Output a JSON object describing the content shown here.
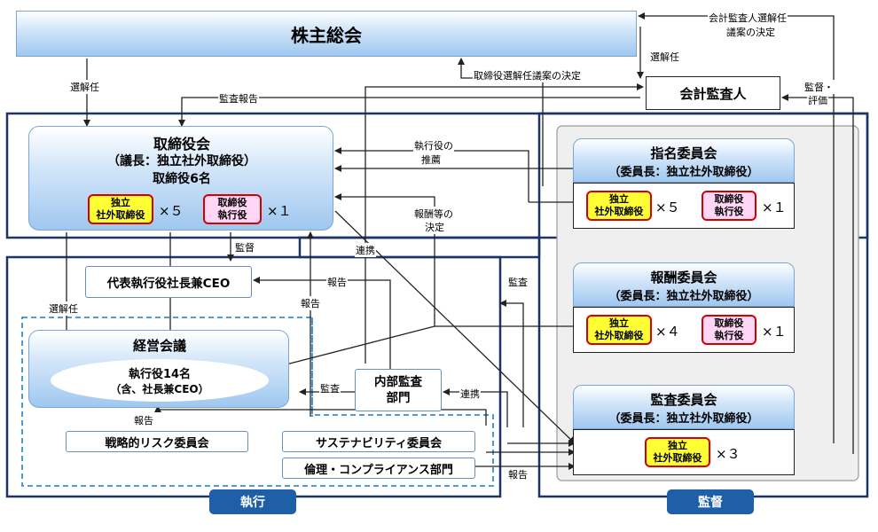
{
  "shareholders": "株主総会",
  "auditor_firm": "会計監査人",
  "board": {
    "title": "取締役会",
    "chair": "（議長：独立社外取締役）",
    "members": "取締役6名",
    "badge_independent": [
      "独立",
      "社外取締役"
    ],
    "count_independent": "×５",
    "badge_executive": [
      "取締役",
      "執行役"
    ],
    "count_executive": "×１"
  },
  "ceo": "代表執行役社長兼CEO",
  "exec_council": {
    "title": "経営会議",
    "members": "執行役14名",
    "note": "（含、社長兼CEO）"
  },
  "internal_audit": [
    "内部監査",
    "部門"
  ],
  "strategic_risk": "戦略的リスク委員会",
  "sustainability": "サステナビリティ委員会",
  "ethics": "倫理・コンプライアンス部門",
  "committees": [
    {
      "title": "指名委員会",
      "chair": "（委員長：独立社外取締役）",
      "badge_independent": [
        "独立",
        "社外取締役"
      ],
      "count_independent": "×５",
      "badge_executive": [
        "取締役",
        "執行役"
      ],
      "count_executive": "×１"
    },
    {
      "title": "報酬委員会",
      "chair": "（委員長：独立社外取締役）",
      "badge_independent": [
        "独立",
        "社外取締役"
      ],
      "count_independent": "×４",
      "badge_executive": [
        "取締役",
        "執行役"
      ],
      "count_executive": "×１"
    },
    {
      "title": "監査委員会",
      "chair": "（委員長：独立社外取締役）",
      "badge_independent": [
        "独立",
        "社外取締役"
      ],
      "count_independent": "×３"
    }
  ],
  "section_tags": {
    "execution": "執行",
    "supervision": "監督"
  },
  "labels": {
    "elect_dismiss_board": "選解任",
    "audit_report": "監査報告",
    "elect_dismiss_auditor": "選解任",
    "auditor_proposal_1": "会計監査人選解任",
    "auditor_proposal_2": "議案の決定",
    "director_proposal": "取締役選解任議案の決定",
    "supervise_evaluate_1": "監督・",
    "supervise_evaluate_2": "評価",
    "nominate_exec_1": "執行役の",
    "nominate_exec_2": "推薦",
    "remuneration_1": "報酬等の",
    "remuneration_2": "決定",
    "supervise": "監督",
    "coop_1": "連携",
    "report_ceo": "報告",
    "elect_dismiss_exec": "選解任",
    "report_board": "報告",
    "audit_exec": "監査",
    "audit_internal": "監査",
    "coop_2": "連携",
    "report_council": "報告",
    "report_ethics": "報告"
  }
}
